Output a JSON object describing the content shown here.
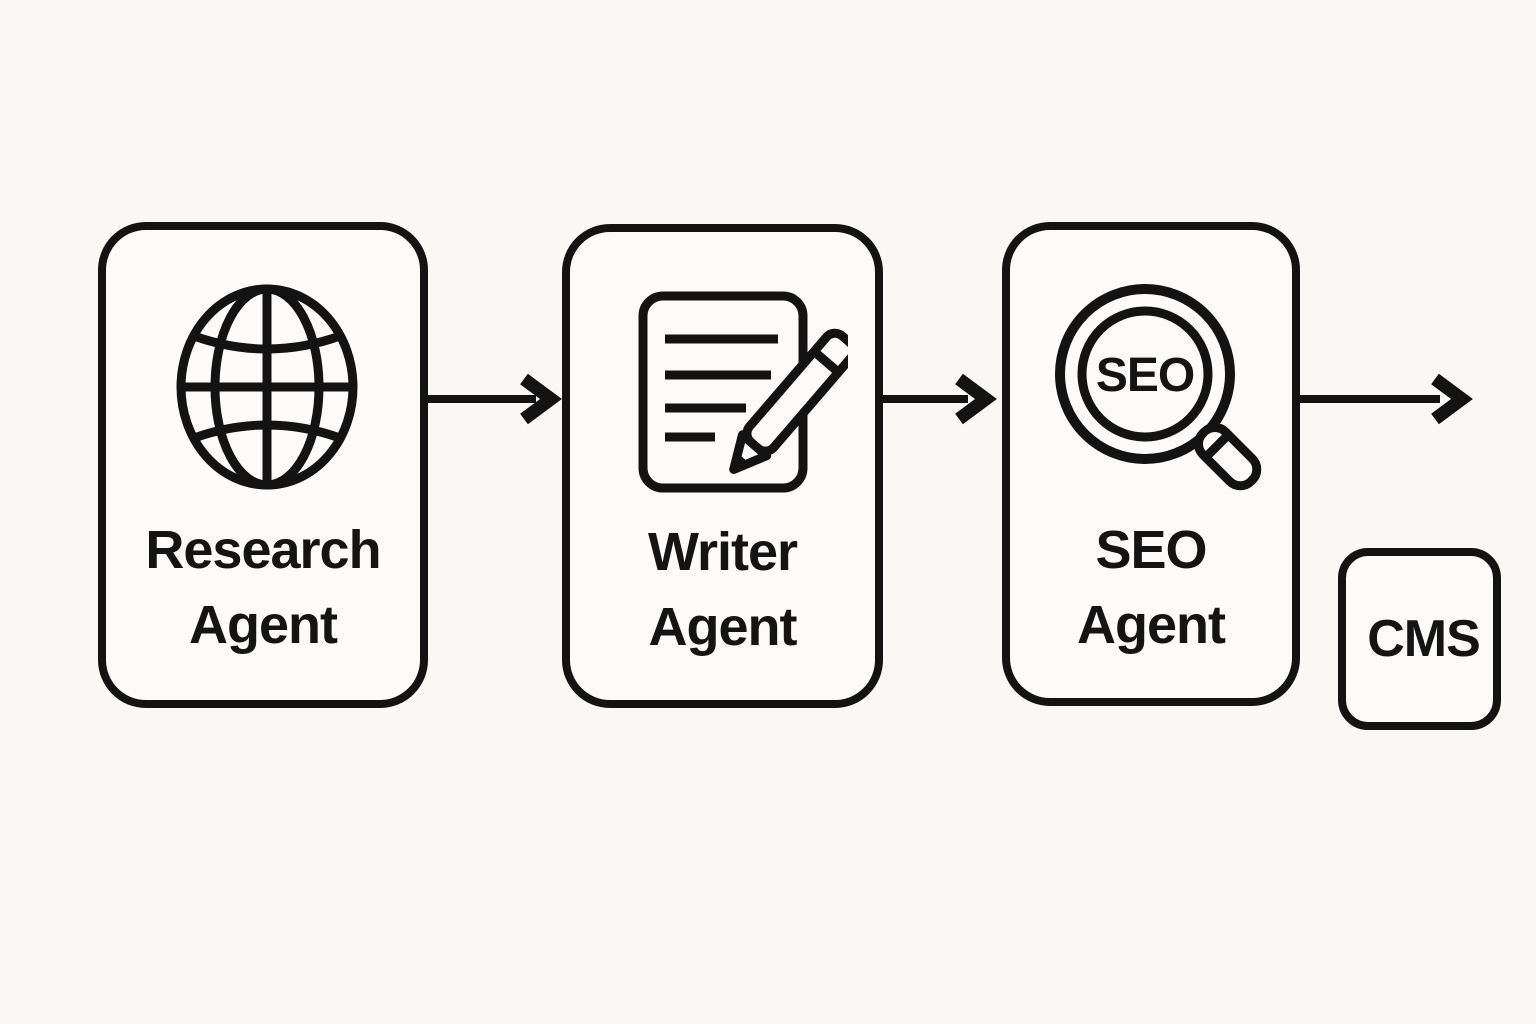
{
  "diagram": {
    "type": "flowchart",
    "direction": "left-to-right",
    "colors": {
      "background": "#f9f8f5",
      "node_fill": "#fcfbf9",
      "ink": "#131313",
      "text": "#141414"
    }
  },
  "nodes": [
    {
      "id": "research-agent",
      "icon": "globe-icon",
      "lines": [
        "Research",
        "Agent"
      ]
    },
    {
      "id": "writer-agent",
      "icon": "document-pencil-icon",
      "lines": [
        "Writer",
        "Agent"
      ]
    },
    {
      "id": "seo-agent",
      "icon": "magnifier-seo-icon",
      "magnifier_text": "SEO",
      "lines": [
        "SEO",
        "Agent"
      ]
    },
    {
      "id": "cms",
      "icon": "none",
      "label": "CMS"
    }
  ],
  "connections": [
    {
      "from": "research-agent",
      "to": "writer-agent",
      "style": "arrow-right"
    },
    {
      "from": "writer-agent",
      "to": "seo-agent",
      "style": "arrow-right"
    },
    {
      "from": "seo-agent",
      "to": "right-edge",
      "style": "arrow-right"
    }
  ]
}
